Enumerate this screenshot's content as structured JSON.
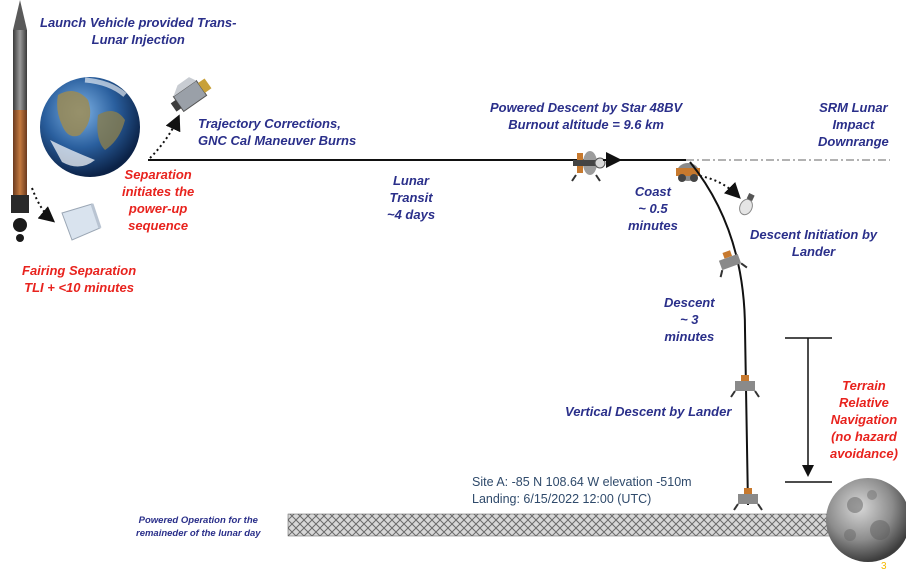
{
  "labels": {
    "launch_vehicle": [
      "Launch Vehicle provided Trans-",
      "Lunar Injection"
    ],
    "trajectory_corrections": [
      "Trajectory Corrections,",
      "GNC Cal Maneuver Burns"
    ],
    "separation": [
      "Separation",
      "initiates the",
      "power-up",
      "sequence"
    ],
    "fairing": [
      "Fairing  Separation",
      "TLI + <10 minutes"
    ],
    "lunar_transit": [
      "Lunar",
      "Transit",
      "~4 days"
    ],
    "powered_descent": [
      "Powered Descent by Star 48BV",
      "Burnout altitude = 9.6 km"
    ],
    "srm_impact": [
      "SRM Lunar",
      "Impact",
      "Downrange"
    ],
    "coast": [
      "Coast",
      "~ 0.5",
      "minutes"
    ],
    "descent_initiation": [
      "Descent Initiation by",
      "Lander"
    ],
    "descent": [
      "Descent",
      "~ 3",
      "minutes"
    ],
    "vertical_descent": "Vertical Descent by Lander",
    "trn": [
      "Terrain",
      "Relative",
      "Navigation",
      "(no hazard",
      "avoidance)"
    ],
    "site": "Site A: -85 N 108.64 W elevation -510m",
    "landing": "Landing: 6/15/2022 12:00 (UTC)",
    "powered_operation": [
      "Powered Operation for the",
      "remaineder of the lunar day"
    ],
    "page_number": "3"
  },
  "colors": {
    "blue_text": "#2a2f8a",
    "red_text": "#e8231e",
    "site_text": "#2f4a6b",
    "page_number": "#f5b800"
  }
}
